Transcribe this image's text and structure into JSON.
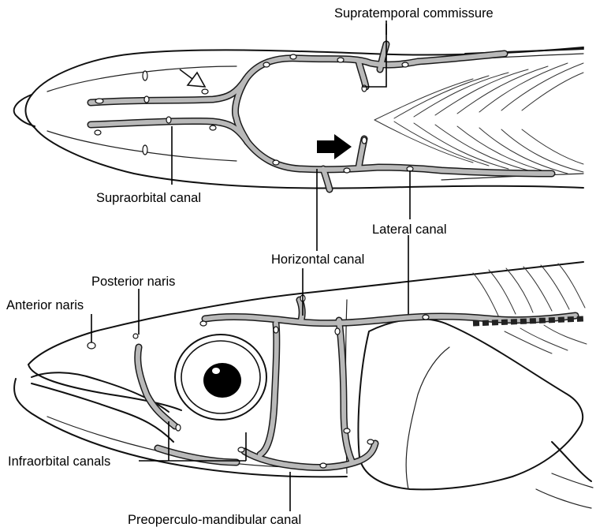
{
  "labels": {
    "supratemporal_commissure": "Supratemporal commissure",
    "supraorbital_canal": "Supraorbital canal",
    "lateral_canal": "Lateral canal",
    "horizontal_canal": "Horizontal canal",
    "posterior_naris": "Posterior naris",
    "anterior_naris": "Anterior naris",
    "infraorbital_canals": "Infraorbital canals",
    "preoperculo_mandibular_canal": "Preoperculo-mandibular canal"
  },
  "colors": {
    "canal_fill": "#b9b9b9",
    "outline": "#111111",
    "background": "#ffffff"
  }
}
